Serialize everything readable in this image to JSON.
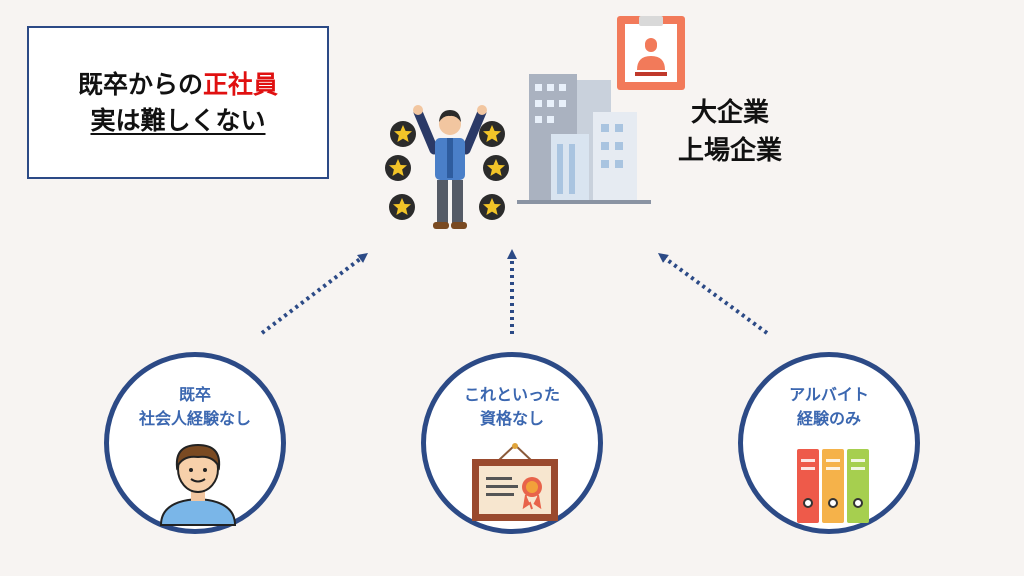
{
  "title": {
    "line1_prefix": "既卒からの",
    "line1_highlight": "正社員",
    "line2": "実は難しくない"
  },
  "big_company": {
    "line1": "大企業",
    "line2": "上場企業"
  },
  "circles": [
    {
      "line1": "既卒",
      "line2": "社会人経験なし"
    },
    {
      "line1": "これといった",
      "line2": "資格なし"
    },
    {
      "line1": "アルバイト",
      "line2": "経験のみ"
    }
  ],
  "colors": {
    "accent_navy": "#2c4a86",
    "highlight_red": "#e01010",
    "circle_text_blue": "#3b67b0",
    "background": "#f7f4f2"
  },
  "icons": [
    "celebrating-person-icon",
    "star-icon",
    "office-buildings-icon",
    "id-badge-icon",
    "user-avatar-icon",
    "certificate-icon",
    "binders-icon"
  ]
}
